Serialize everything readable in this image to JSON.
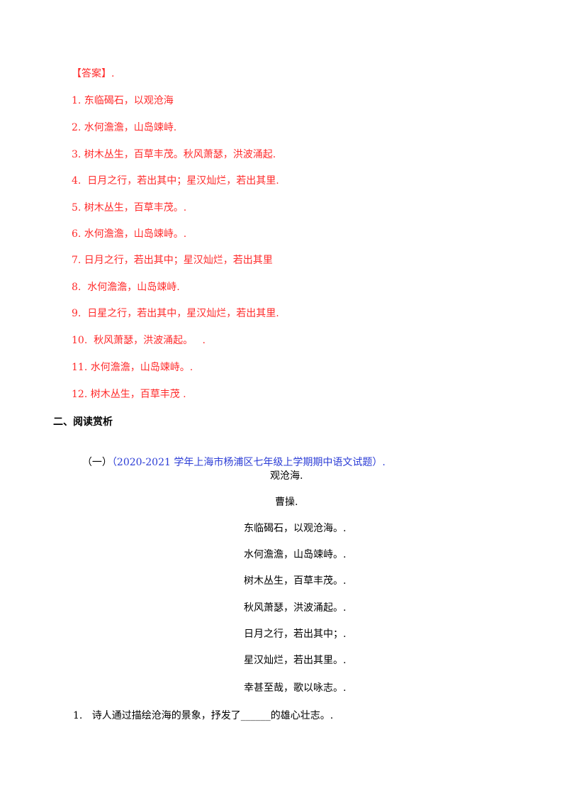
{
  "answer_heading": "【答案】.",
  "answers": [
    "1. 东临碣石，以观沧海",
    "2. 水何澹澹，山岛竦峙.",
    "3. 树木丛生，百草丰茂。秋风萧瑟，洪波涌起.",
    "4.  日月之行，若出其中；星汉灿烂，若出其里.",
    "5. 树木丛生，百草丰茂。.",
    "6. 水何澹澹，山岛竦峙。.",
    "7. 日月之行，若出其中；星汉灿烂，若出其里",
    "8.  水何澹澹，山岛竦峙.",
    "9.  日星之行，若出其中，星汉灿烂，若出其里.",
    "10.  秋风萧瑟，洪波涌起。   .",
    "11. 水何澹澹，山岛竦峙。.",
    "12. 树木丛生，百草丰茂 ."
  ],
  "section_title": "二、阅读赏析",
  "source_prefix": "（一）",
  "source_text": "（2020-2021 学年上海市杨浦区七年级上学期期中语文试题）.",
  "poem": {
    "title": "观沧海.",
    "author": "曹操.",
    "lines": [
      "东临碣石，以观沧海。.",
      "水何澹澹，山岛竦峙。.",
      "树木丛生，百草丰茂。.",
      "秋风萧瑟，洪波涌起。.",
      "日月之行，若出其中；.",
      "星汉灿烂，若出其里。.",
      "幸甚至哉，歌以咏志。."
    ]
  },
  "question": "1.   诗人通过描绘沧海的景象，抒发了______的雄心壮志。."
}
